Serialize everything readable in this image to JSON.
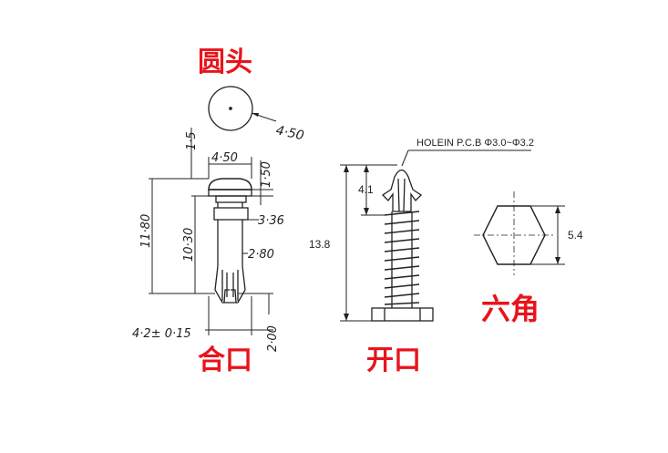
{
  "labels": {
    "round_head": "圆头",
    "closed": "合口",
    "open": "开口",
    "hexagon": "六角"
  },
  "left_drawing": {
    "diameter": "4·50",
    "dims": {
      "top_gap": "1·5",
      "head_width": "4·50",
      "head_height": "1·50",
      "total_length": "11·80",
      "shank_length": "10·30",
      "collar_dia": "3·36",
      "shank_dia": "2·80",
      "hole": "4·2± 0·15",
      "bottom": "2·00"
    }
  },
  "right_drawing": {
    "note": "HOLEIN P.C.B Φ3.0~Φ3.2",
    "dims": {
      "total": "13.8",
      "tip": "4.1",
      "hex": "5.4"
    }
  },
  "colors": {
    "label": "#e8141b",
    "line": "#222222"
  }
}
